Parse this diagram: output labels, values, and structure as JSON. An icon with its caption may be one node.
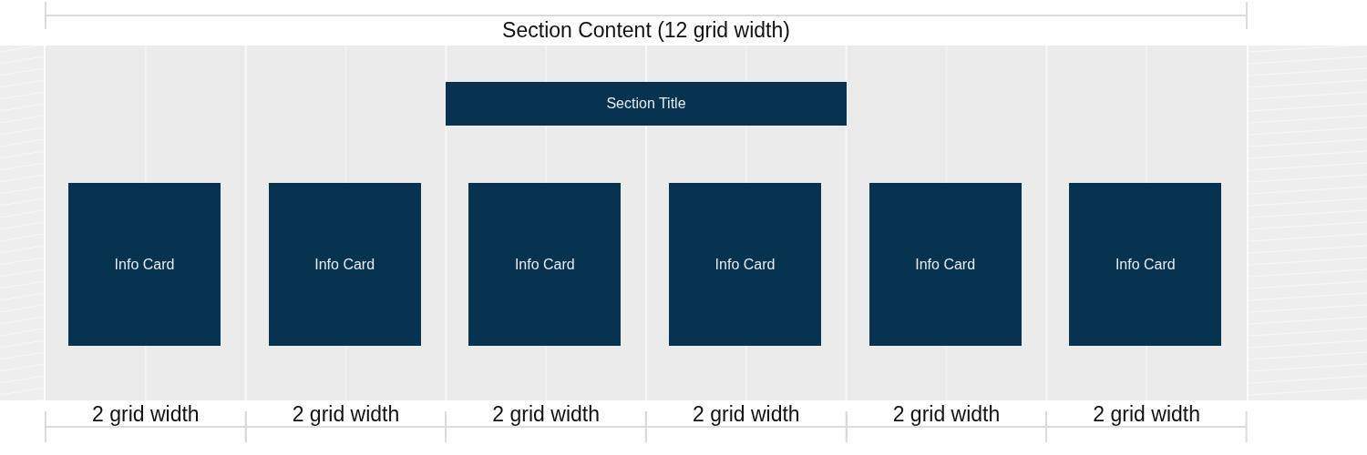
{
  "diagram": {
    "nodes": [
      {
        "text": [
          "Section Title"
        ]
      },
      {
        "text": [
          "Info Card"
        ]
      },
      {
        "text": [
          "Info Card"
        ]
      },
      {
        "text": [
          "Info Card"
        ]
      },
      {
        "text": [
          "Info Card"
        ]
      },
      {
        "text": [
          "Info Card"
        ]
      },
      {
        "text": [
          "Info Card"
        ]
      }
    ],
    "labels": [
      "Section Content (12 grid width)",
      "2 grid width",
      "2 grid width",
      "2 grid width",
      "2 grid width",
      "2 grid width",
      "2 grid width"
    ]
  }
}
